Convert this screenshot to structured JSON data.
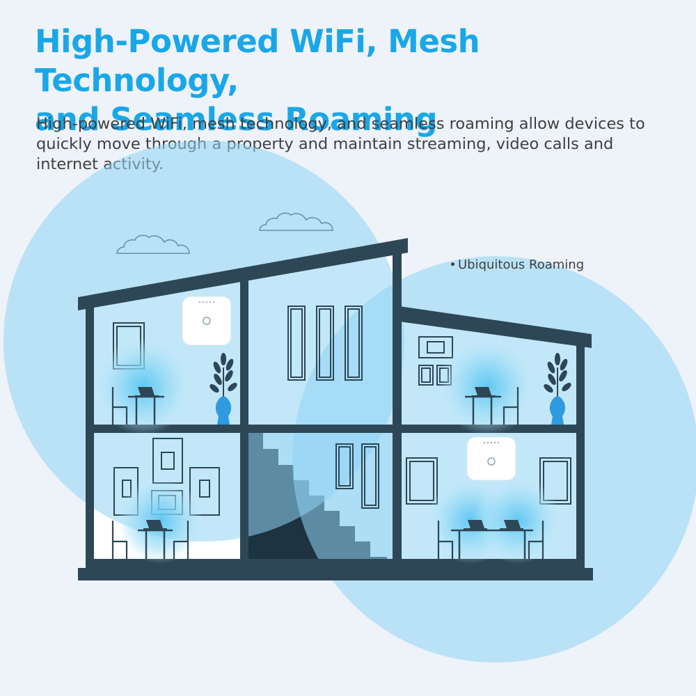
{
  "headline": {
    "line1": "High-Powered WiFi, Mesh Technology,",
    "line2": "and Seamless Roaming"
  },
  "description": "High-powered WiFi, mesh technology, and seamless roaming allow devices to quickly move through a property and maintain streaming, video calls and internet activity.",
  "callout": "Ubiquitous Roaming",
  "colors": {
    "headline": "#1aa7e8",
    "text": "#3f3f3f",
    "house_frame": "#2d4756",
    "coverage": "#8fd3f4",
    "background": "#eef3f9"
  },
  "icons": [
    "ceiling-access-point-icon",
    "laptop-icon",
    "vase-plant-icon",
    "cloud-icon",
    "chair-icon",
    "table-icon",
    "picture-frame-icon",
    "door-icon",
    "staircase-icon"
  ]
}
